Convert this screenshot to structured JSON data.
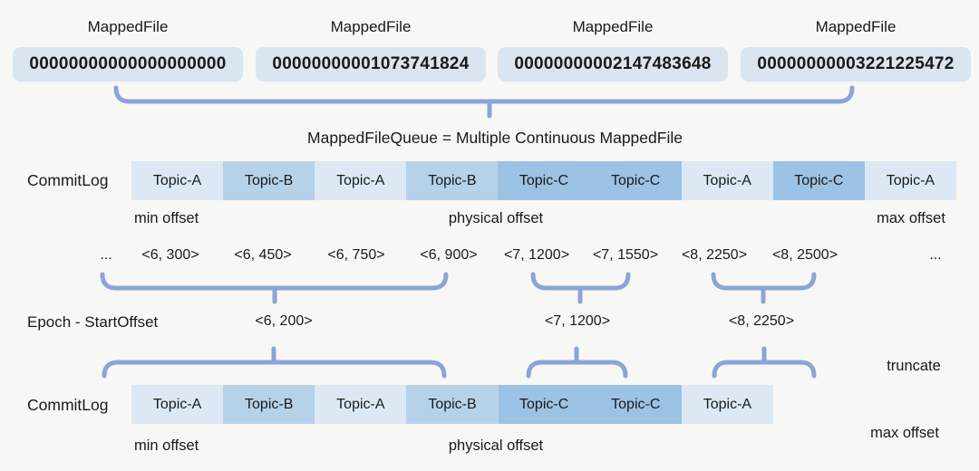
{
  "colors": {
    "background": "#f7f7f5",
    "box_fill": "#d9e5f1",
    "topic_a": "#dce9f5",
    "topic_b": "#b6d2e9",
    "topic_c": "#9cc2e4",
    "brace": "#8ca4d6",
    "text": "#1a1a1a"
  },
  "mapped_files": {
    "label": "MappedFile",
    "names": [
      "00000000000000000000",
      "00000000001073741824",
      "00000000002147483648",
      "00000000003221225472"
    ]
  },
  "queue_caption": "MappedFileQueue = Multiple Continuous MappedFile",
  "commitlog_top": {
    "label": "CommitLog",
    "blocks": [
      {
        "label": "Topic-A",
        "shade": "light"
      },
      {
        "label": "Topic-B",
        "shade": "medium"
      },
      {
        "label": "Topic-A",
        "shade": "light"
      },
      {
        "label": "Topic-B",
        "shade": "medium"
      },
      {
        "label": "Topic-C",
        "shade": "dark"
      },
      {
        "label": "Topic-C",
        "shade": "dark"
      },
      {
        "label": "Topic-A",
        "shade": "light"
      },
      {
        "label": "Topic-C",
        "shade": "dark"
      },
      {
        "label": "Topic-A",
        "shade": "light"
      }
    ],
    "min_offset": "min offset",
    "physical_offset": "physical offset",
    "max_offset": "max offset"
  },
  "offsets": [
    "...",
    "<6, 300>",
    "<6, 450>",
    "<6, 750>",
    "<6, 900>",
    "<7, 1200>",
    "<7, 1550>",
    "<8, 2250>",
    "<8, 2500>",
    "..."
  ],
  "epoch": {
    "label": "Epoch - StartOffset",
    "entries": [
      "<6, 200>",
      "<7, 1200>",
      "<8, 2250>"
    ]
  },
  "commitlog_bottom": {
    "label": "CommitLog",
    "blocks": [
      {
        "label": "Topic-A",
        "shade": "light"
      },
      {
        "label": "Topic-B",
        "shade": "medium"
      },
      {
        "label": "Topic-A",
        "shade": "light"
      },
      {
        "label": "Topic-B",
        "shade": "medium"
      },
      {
        "label": "Topic-C",
        "shade": "dark"
      },
      {
        "label": "Topic-C",
        "shade": "dark"
      },
      {
        "label": "Topic-A",
        "shade": "light"
      }
    ],
    "min_offset": "min offset",
    "physical_offset": "physical offset",
    "truncate": "truncate",
    "max_offset": "max offset"
  }
}
